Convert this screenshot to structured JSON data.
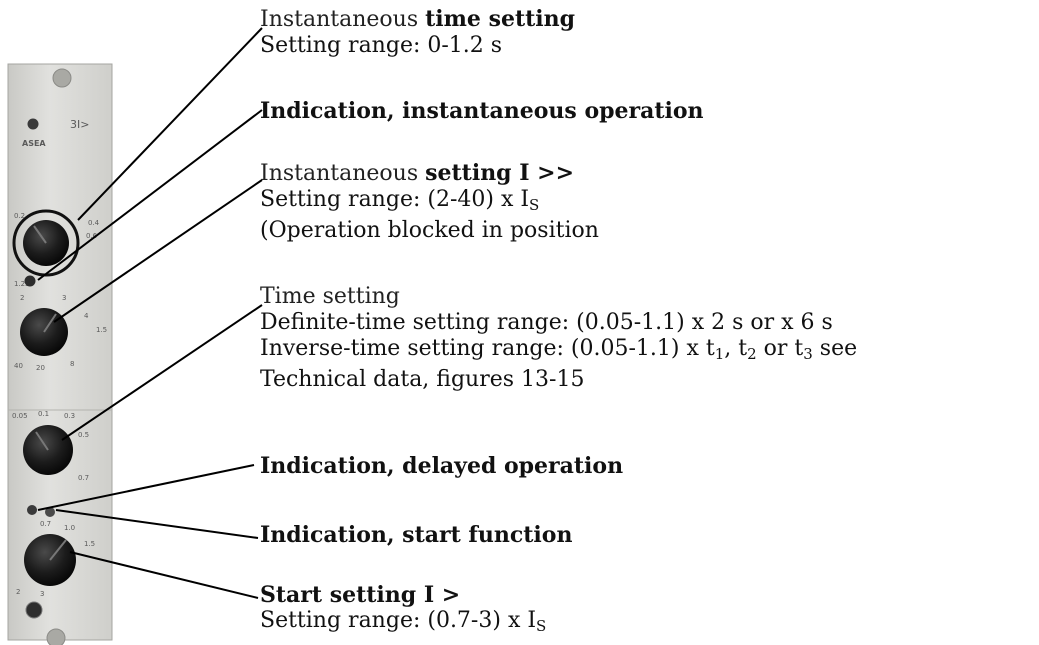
{
  "panel": {
    "code_label": "3I>",
    "brand": "ASEA",
    "knob1_marks": [
      "0.2",
      "0.4",
      "0.6",
      "1.2s"
    ],
    "knob2_marks": [
      "2",
      "3",
      "4",
      "1.5",
      "40",
      "20",
      "8"
    ],
    "knob3_marks": [
      "0.05",
      "0.1",
      "0.3",
      "0.5",
      "0.7"
    ],
    "knob4_marks": [
      "0.7",
      "1.0",
      "1.5",
      "2",
      "3"
    ]
  },
  "callouts": {
    "inst_time": {
      "line1_light": "Instantaneous ",
      "line1_bold": "time setting",
      "line2": "Setting range: 0-1.2 s"
    },
    "inst_indication": {
      "line1": "Indication, instantaneous operation"
    },
    "inst_setting": {
      "line1_light": "Instantaneous ",
      "line1_bold": "setting I >>",
      "line2_prefix": "Setting range: (2-40) x I",
      "line2_sub": "S",
      "line3": "(Operation blocked in position"
    },
    "time_setting": {
      "line1": "Time setting",
      "line2": "Definite-time setting range: (0.05-1.1) x 2 s or x 6 s",
      "line3_a": "Inverse-time setting range: (0.05-1.1) x t",
      "line3_sub1": "1",
      "line3_b": ", t",
      "line3_sub2": "2",
      "line3_c": " or t",
      "line3_sub3": "3",
      "line3_d": " see",
      "line4": "Technical data, figures 13-15"
    },
    "delayed_indication": {
      "line1": "Indication, delayed operation"
    },
    "start_indication": {
      "line1": "Indication, start function"
    },
    "start_setting": {
      "line1": "Start setting I >",
      "line2_prefix": "Setting range: (0.7-3) x I",
      "line2_sub": "S"
    }
  },
  "colors": {
    "panel_face": "#d9d9d6",
    "panel_shadow": "#b8b8b4",
    "knob": "#1c1c1c",
    "leader": "#000000",
    "text": "#111111"
  }
}
